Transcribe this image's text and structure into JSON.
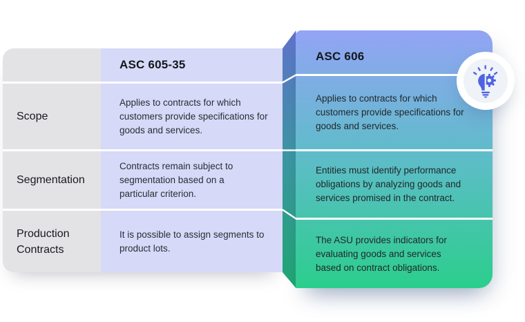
{
  "comparison_table": {
    "row_headers": [
      "Scope",
      "Segmentation",
      "Production Contracts"
    ],
    "columns": [
      {
        "title": "ASC 605-35",
        "cells": [
          "Applies to contracts for which customers provide specifications for goods and services.",
          "Contracts remain subject to segmentation based on a particular criterion.",
          "It is possible to assign segments to product lots."
        ]
      },
      {
        "title": "ASC 606",
        "cells": [
          "Applies to contracts for which customers provide specifications for goods and services.",
          "Entities must identify performance obligations by analyzing goods and services promised in the contract.",
          "The ASU provides indicators for evaluating goods and services based on contract obligations."
        ]
      }
    ]
  },
  "icon": {
    "name": "lightbulb-gear",
    "color": "#4F63E2"
  },
  "colors": {
    "page_background": "#FFFFFF",
    "label_column_bg": "#E3E3E5",
    "asc605_column_bg": "#D6D9F8",
    "asc606_gradient_top": "#93A4F5",
    "asc606_gradient_mid": "#5FBCCA",
    "asc606_gradient_bottom": "#2BCE8C",
    "asc606_side_top": "#6072CC",
    "asc606_side_mid": "#3E96A4",
    "asc606_side_bottom": "#1FA872",
    "divider": "#FFFFFF",
    "heading_text": "#15161B",
    "body_text": "#2A2D33"
  }
}
